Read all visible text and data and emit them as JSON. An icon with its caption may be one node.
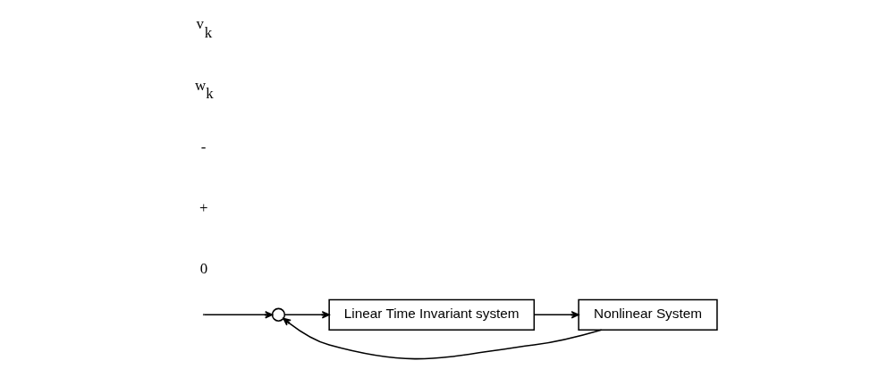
{
  "diagram": {
    "nodes": [
      {
        "text": [],
        "shape": "circle"
      },
      {
        "text": [
          "Linear Time Invariant system"
        ]
      },
      {
        "text": [
          "Nonlinear System"
        ]
      }
    ],
    "edges": [
      {
        "from": null,
        "to": 0,
        "arrow": "to"
      },
      {
        "from": 0,
        "to": 1,
        "arrow": "to"
      },
      {
        "from": 1,
        "to": 2,
        "arrow": "to"
      },
      {
        "from": 2,
        "to": 0,
        "arrow": "to"
      }
    ],
    "labels": [
      "0",
      "+",
      "-",
      "w$_{k}$",
      "v$_{k}$"
    ]
  }
}
